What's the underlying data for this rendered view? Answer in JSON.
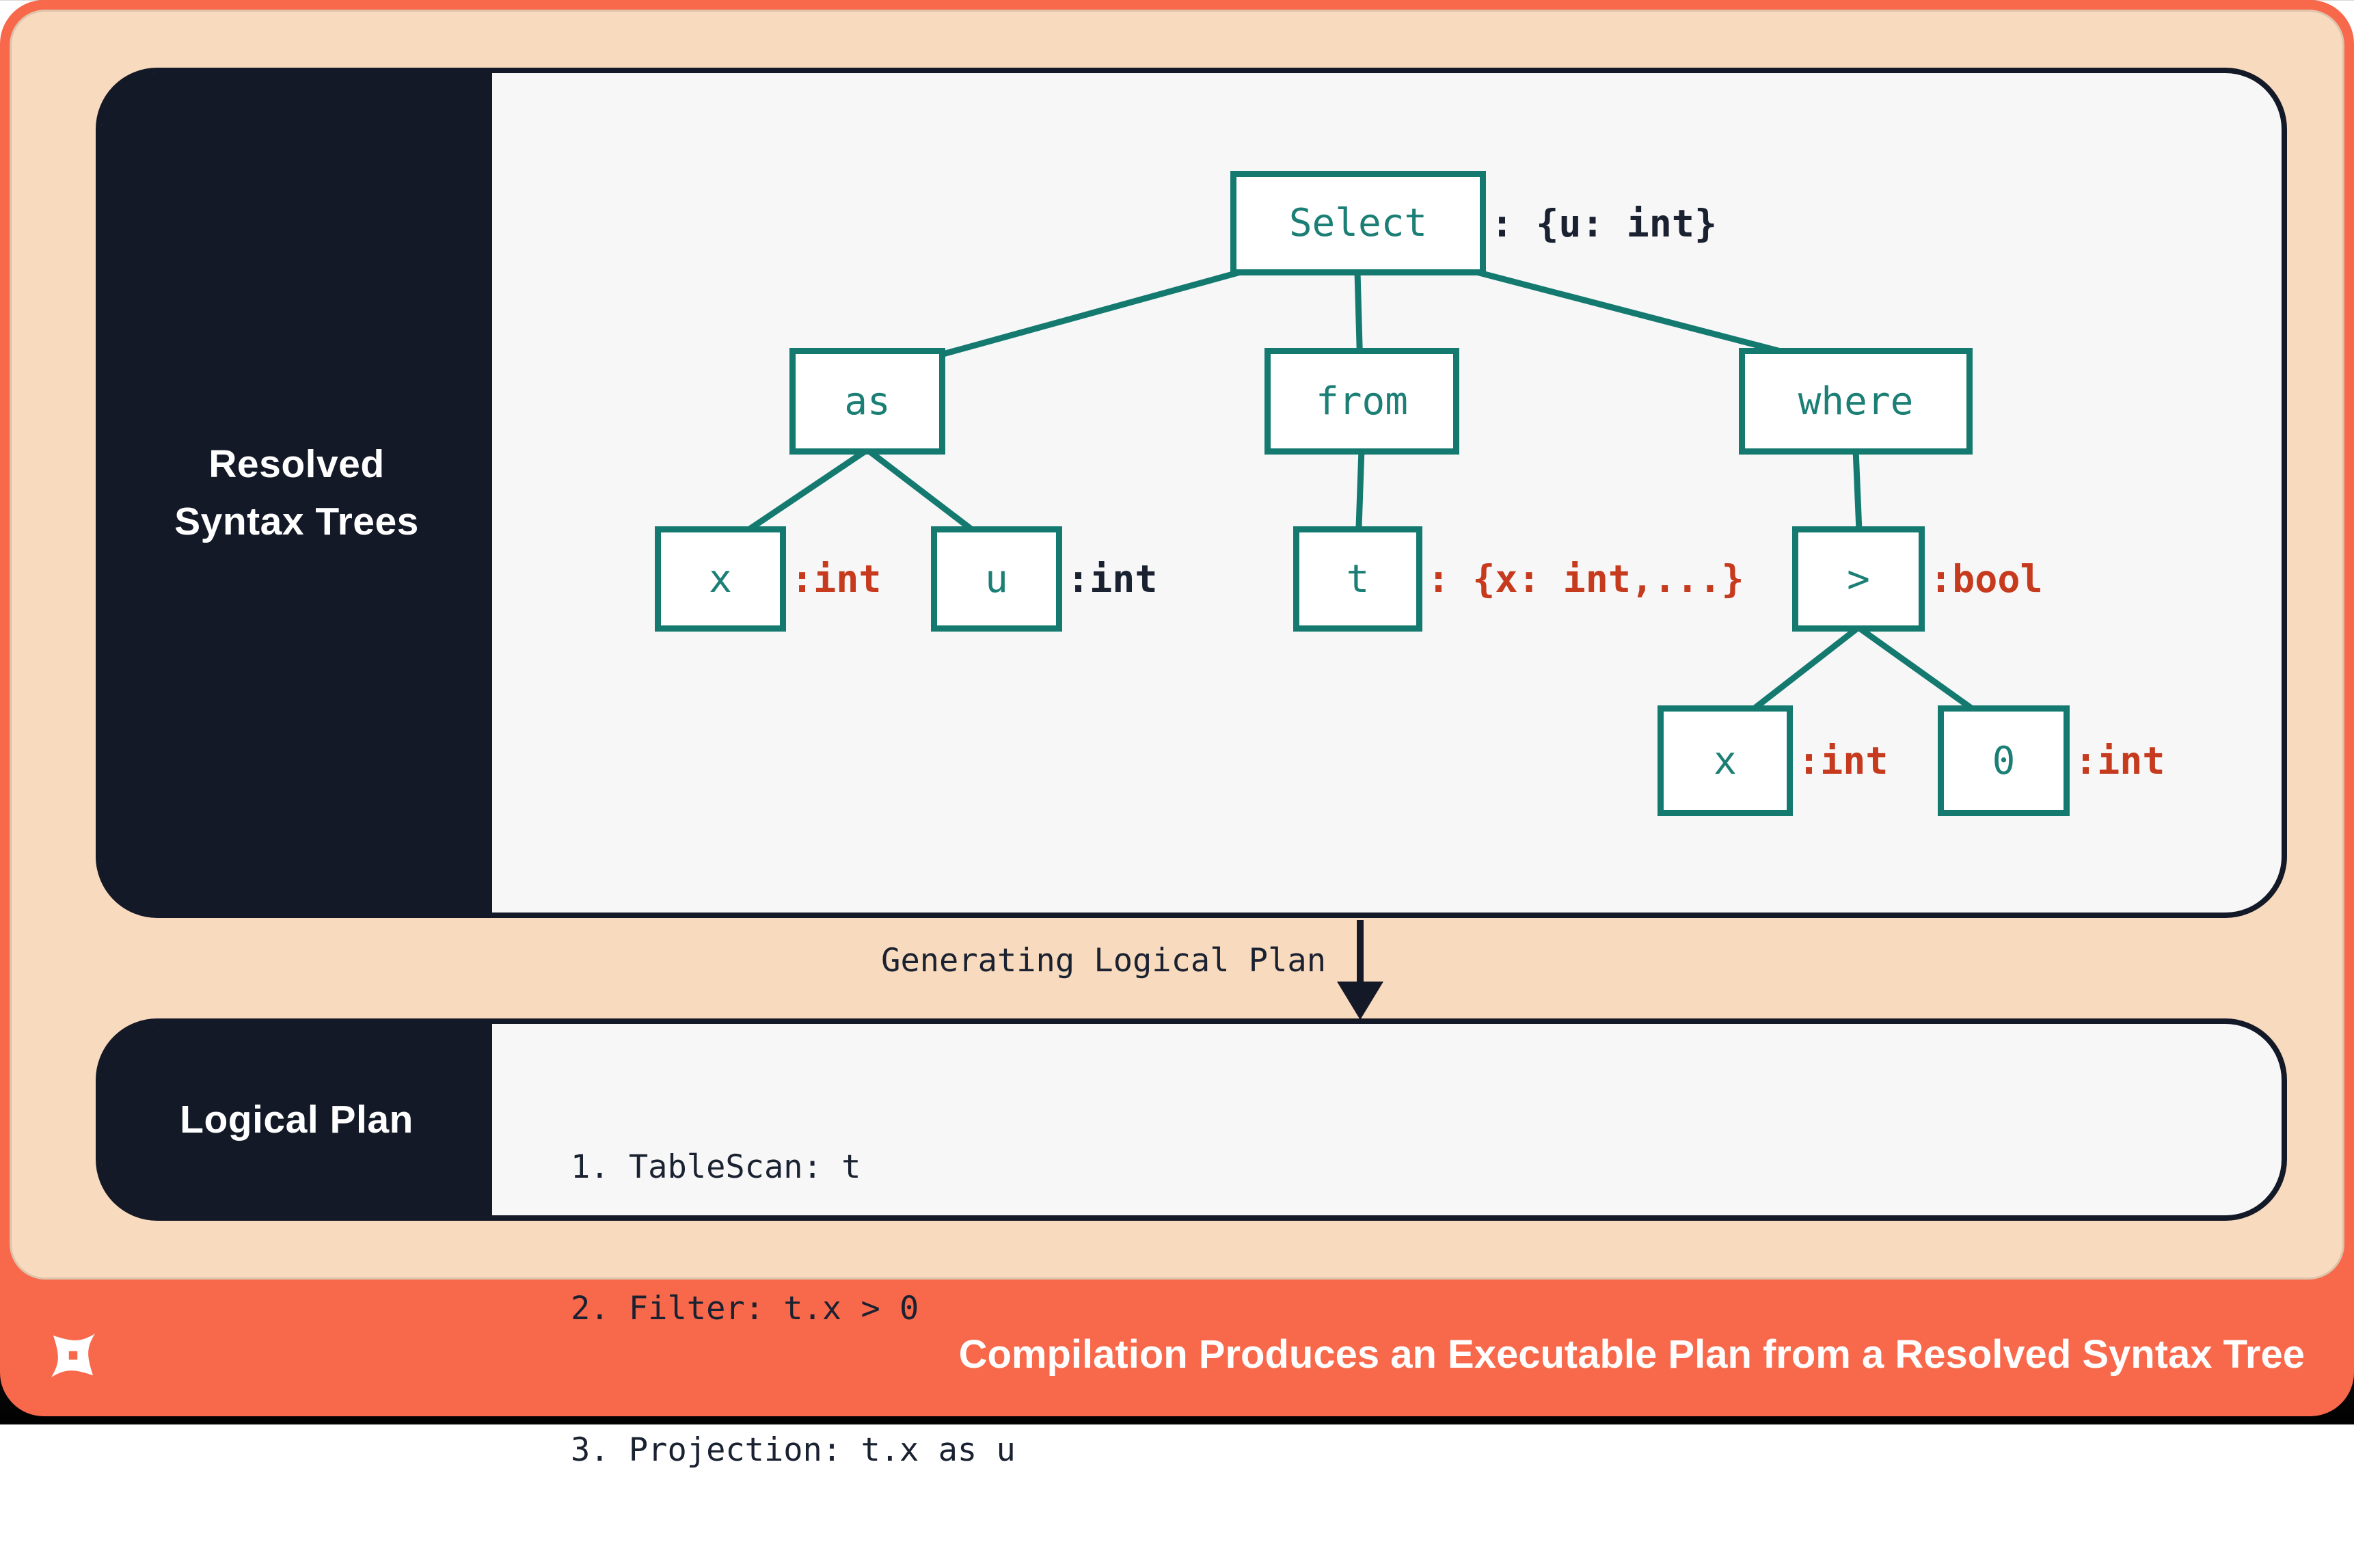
{
  "panels": {
    "resolved": {
      "title_lines": [
        "Resolved",
        "Syntax Trees"
      ]
    },
    "logical": {
      "title": "Logical Plan",
      "steps": [
        "1. TableScan: t",
        "2. Filter: t.x > 0",
        "3. Projection: t.x as u"
      ]
    }
  },
  "tree": {
    "nodes": {
      "select": {
        "label": "Select",
        "annotation": ": {u: int}"
      },
      "as": {
        "label": "as"
      },
      "from": {
        "label": "from"
      },
      "where": {
        "label": "where"
      },
      "x1": {
        "label": "x",
        "annotation": ":int"
      },
      "u": {
        "label": "u",
        "annotation": ":int"
      },
      "t": {
        "label": "t",
        "annotation": ": {x: int,...}"
      },
      "gt": {
        "label": ">",
        "annotation": ":bool"
      },
      "x2": {
        "label": "x",
        "annotation": ":int"
      },
      "zero": {
        "label": "0",
        "annotation": ":int"
      }
    }
  },
  "arrow": {
    "label": "Generating Logical Plan"
  },
  "footer": {
    "title": "Compilation Produces an Executable Plan from a Resolved Syntax Tree",
    "logo_icon": "dbt-pinwheel-x-logo"
  },
  "colors": {
    "accent_orange": "#F8684B",
    "peach": "#F8DABE",
    "navy": "#141927",
    "card_background": "#F7F7F8",
    "teal": "#147A70",
    "type_error_red": "#C63A1E",
    "ink": "#1A2130",
    "white": "#FFFFFF"
  }
}
